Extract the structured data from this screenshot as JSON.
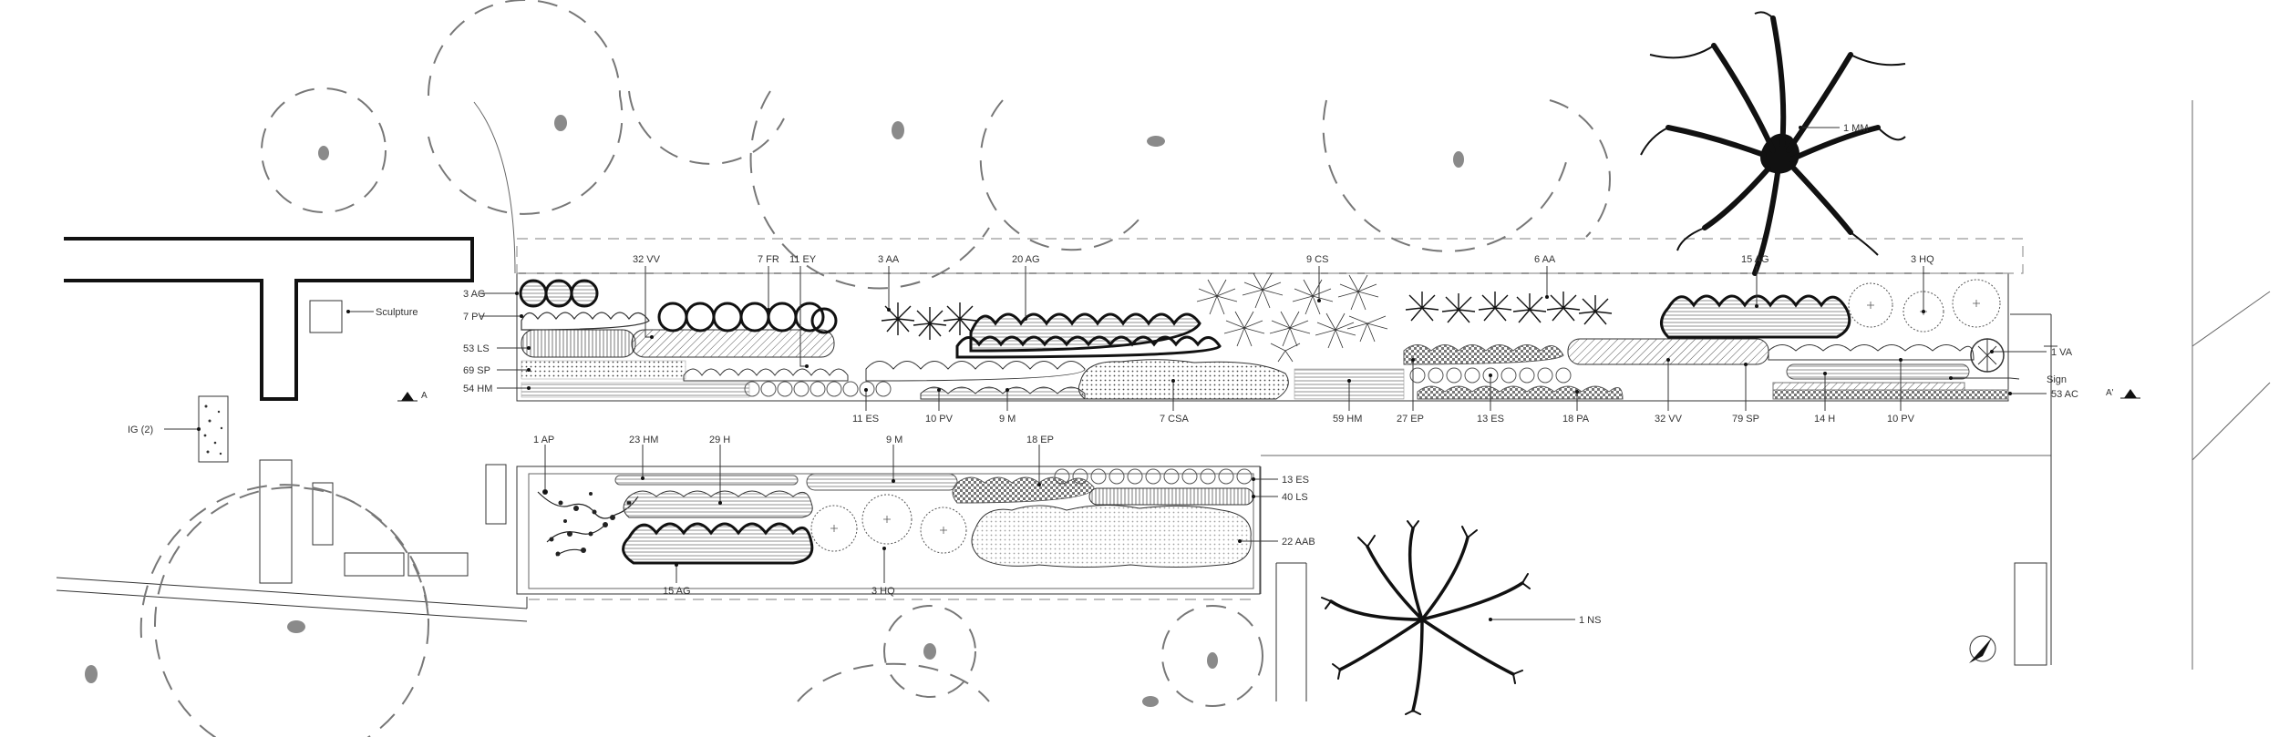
{
  "plant_labels": {
    "ag_3": "3 AG",
    "pv_7": "7 PV",
    "ls_53": "53 LS",
    "sp_69": "69 SP",
    "hm_54": "54 HM",
    "vv_32_top": "32 VV",
    "fr_7": "7 FR",
    "ey_11": "11 EY",
    "aa_3": "3 AA",
    "ag_20": "20 AG",
    "cs_9": "9 CS",
    "aa_6": "6 AA",
    "ag_15_top": "15 AG",
    "hq_3_top": "3 HQ",
    "mm_1": "1 MM",
    "va_1": "1 VA",
    "sign": "Sign",
    "ac_53": "53 AC",
    "es_11": "11 ES",
    "pv_10_left": "10 PV",
    "m_9_top": "9 M",
    "csa_7": "7 CSA",
    "hm_59": "59 HM",
    "ep_27": "27 EP",
    "es_13_bottom": "13 ES",
    "pa_18": "18 PA",
    "vv_32_bottom": "32 VV",
    "sp_79": "79 SP",
    "h_14": "14 H",
    "pv_10_right": "10 PV",
    "ap_1": "1 AP",
    "hm_23": "23 HM",
    "h_29": "29 H",
    "m_9_lower": "9 M",
    "ep_18": "18 EP",
    "es_13_lower": "13 ES",
    "ls_40": "40 LS",
    "aab_22": "22 AAB",
    "ag_15_lower": "15 AG",
    "hq_3_lower": "3 HQ",
    "ns_1": "1 NS",
    "ig_2": "IG (2)",
    "sculpture": "Sculpture"
  },
  "section_markers": {
    "left": "A",
    "right": "A'"
  }
}
